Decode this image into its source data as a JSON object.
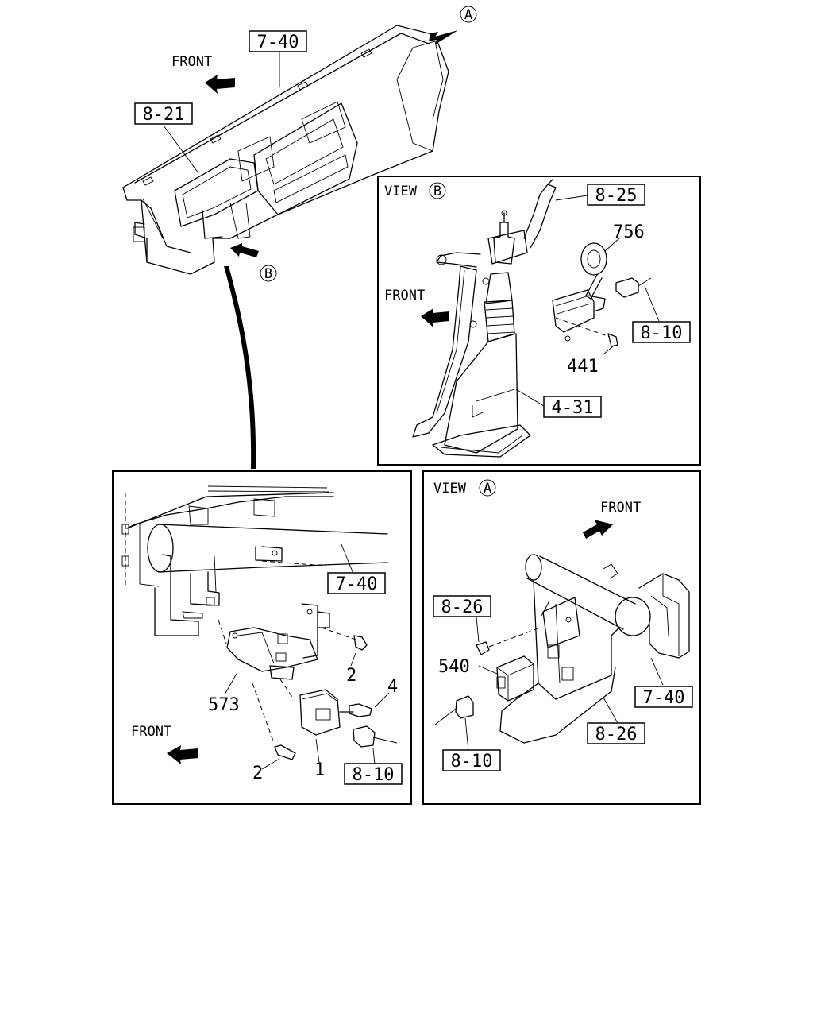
{
  "refs": {
    "r740_top": "7-40",
    "r821": "8-21",
    "r825": "8-25",
    "r810_b": "8-10",
    "r431": "4-31",
    "r740_left": "7-40",
    "r810_left": "8-10",
    "r826_a": "8-26",
    "r826_b": "8-26",
    "r740_a": "7-40",
    "r810_a": "8-10"
  },
  "parts": {
    "p756": "756",
    "p441": "441",
    "p2a": "2",
    "p2b": "2",
    "p4": "4",
    "p1": "1",
    "p573": "573",
    "p540": "540"
  },
  "front_labels": {
    "top": "FRONT",
    "view_b": "FRONT",
    "left": "FRONT",
    "view_a": "FRONT"
  },
  "view_markers": {
    "a_top": "A",
    "b_top": "B",
    "view_b_letter": "B",
    "view_a_letter": "A"
  },
  "view_titles": {
    "view_b": "VIEW",
    "view_a": "VIEW"
  }
}
